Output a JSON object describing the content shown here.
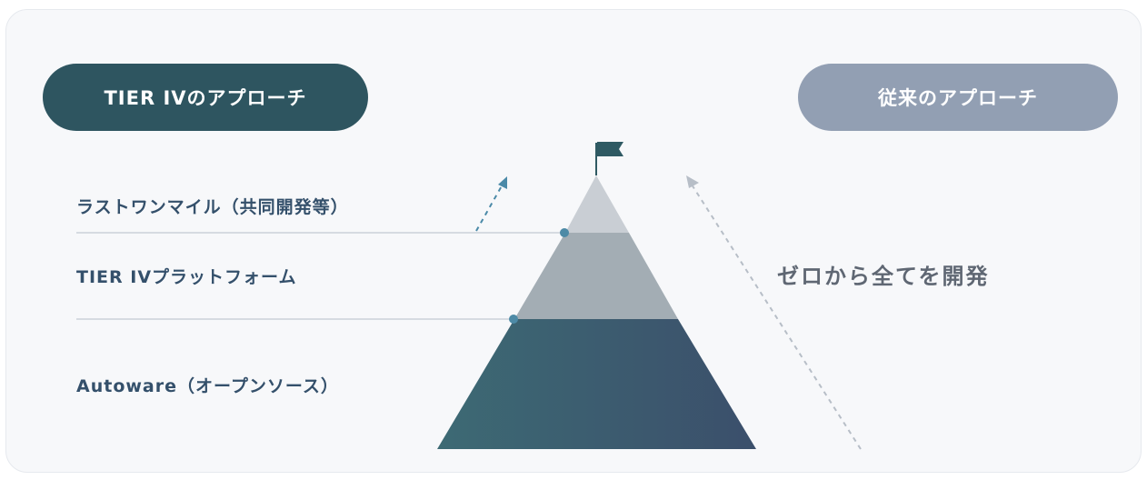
{
  "approaches": {
    "tier4": "TIER IVのアプローチ",
    "traditional": "従来のアプローチ"
  },
  "layers": {
    "top": "ラストワンマイル（共同開発等）",
    "middle": "TIER IVプラットフォーム",
    "bottom": "Autoware（オープンソース）"
  },
  "traditional_note": "ゼロから全てを開発",
  "colors": {
    "card_bg": "#f7f8fa",
    "tier4_pill": "#2e5560",
    "traditional_pill": "#929fb3",
    "pyramid_top": "#c9ced4",
    "pyramid_middle": "#a3adb4",
    "pyramid_bottom_start": "#3d6a74",
    "pyramid_bottom_end": "#3b4f6b",
    "label_text": "#34506b",
    "marker": "#4d8aa6",
    "divider": "#d6dbe1",
    "dashed_arrow_left": "#4b8aa8",
    "dashed_arrow_right": "#b7bec7",
    "flag": "#2f5a63"
  },
  "icons": [
    "flag-icon",
    "arrow-up-right-icon"
  ]
}
